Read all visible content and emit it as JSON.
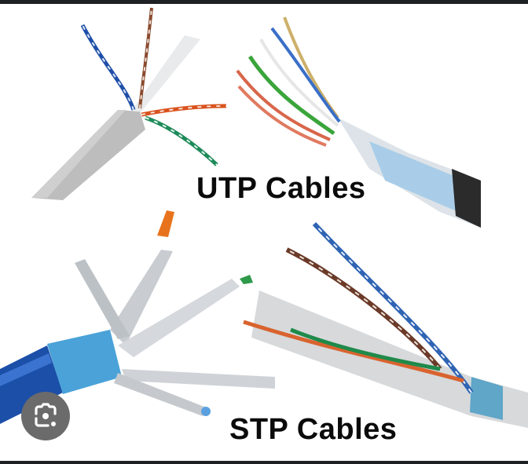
{
  "image": {
    "description": "Photo collage comparing network cable types",
    "labels": {
      "utp": "UTP Cables",
      "stp": "STP Cables"
    }
  },
  "overlay": {
    "lens_button": {
      "icon": "google-lens-icon",
      "color": "#6b6b6b"
    }
  },
  "colors": {
    "background": "#ffffff",
    "frame_bar": "#1f2023",
    "label_text": "#0b0b0b"
  }
}
